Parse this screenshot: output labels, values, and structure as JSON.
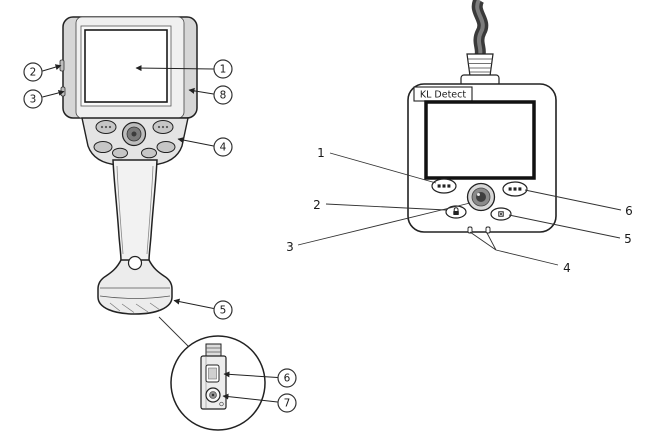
{
  "device_label": "KL Detect",
  "left_view": {
    "callouts": {
      "c1": "1",
      "c2": "2",
      "c3": "3",
      "c4": "4",
      "c5": "5",
      "c6": "6",
      "c7": "7",
      "c8": "8"
    }
  },
  "right_view": {
    "callouts": {
      "r1": "1",
      "r2": "2",
      "r3": "3",
      "r4": "4",
      "r5": "5",
      "r6": "6"
    }
  }
}
